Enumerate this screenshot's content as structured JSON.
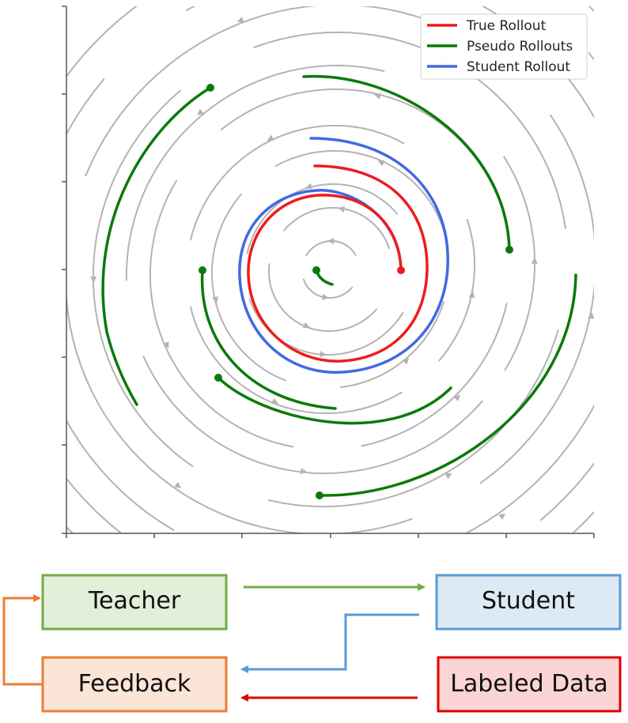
{
  "legend": {
    "entries": [
      {
        "label": "True Rollout",
        "color": "#ee1c1c"
      },
      {
        "label": "Pseudo Rollouts",
        "color": "#0a7a0a"
      },
      {
        "label": "Student Rollout",
        "color": "#4169e1"
      }
    ]
  },
  "colors": {
    "flow": "#b3b3b3",
    "axis": "#555555",
    "teacher_fill": "#e2efd9",
    "teacher_border": "#70ad47",
    "student_fill": "#dde9f5",
    "student_border": "#5b9bd5",
    "feedback_fill": "#fbe5d6",
    "feedback_border": "#ed7d31",
    "labeled_fill": "#fbd4d4",
    "labeled_border": "#e00000"
  },
  "diagram": {
    "teacher": "Teacher",
    "student": "Student",
    "feedback": "Feedback",
    "labeled_data": "Labeled Data"
  }
}
